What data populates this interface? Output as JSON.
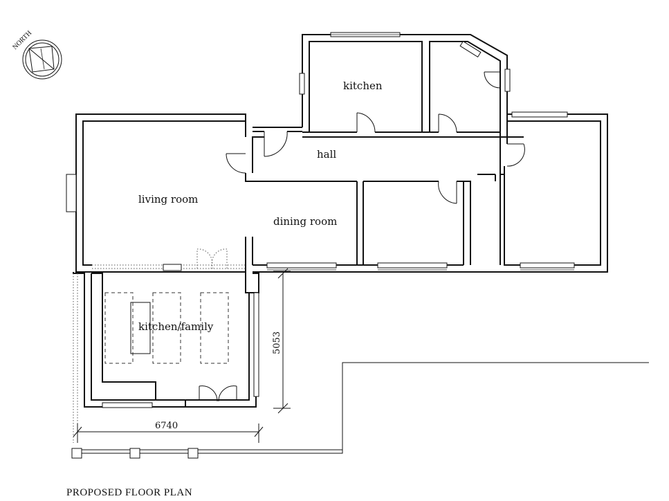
{
  "title": "PROPOSED FLOOR PLAN",
  "north_label": "NORTH",
  "rooms": {
    "kitchen": "kitchen",
    "hall": "hall",
    "living_room": "living room",
    "dining_room": "dining room",
    "kitchen_family": "kitchen/family"
  },
  "dimensions": {
    "vertical": "5053",
    "horizontal": "6740"
  }
}
